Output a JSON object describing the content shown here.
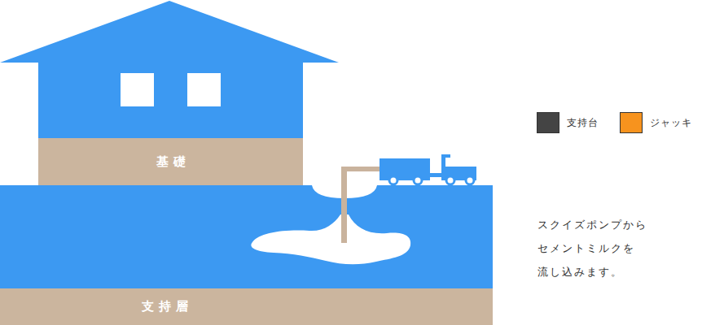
{
  "diagram": {
    "nodes": [
      {
        "text": [
          "基礎"
        ]
      },
      {
        "text": [
          "支持層"
        ]
      }
    ],
    "labels": [
      "スクイズポンプから セメントミルクを 流し込みます。"
    ],
    "legend": [
      {
        "text": "支持台",
        "color": "#444444"
      },
      {
        "text": "ジャッキ",
        "color": "#f7931e"
      }
    ]
  }
}
